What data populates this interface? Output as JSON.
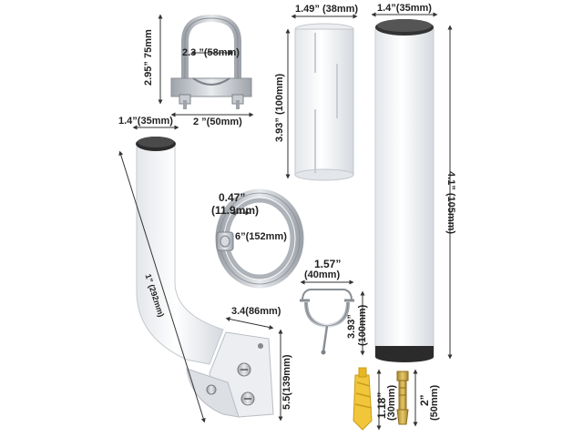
{
  "labels": {
    "ubolt_height": "2.95” 75mm",
    "ubolt_inner": "2.3 ”(58mm)",
    "ubolt_width": "2 ”(50mm)",
    "sleeve_width": "1.49” (38mm)",
    "sleeve_height": "3.93” (100mm)",
    "tube_width": "1.4”(35mm)",
    "tube_height": "4.1” (105mm)",
    "arm_tip_width": "1.4”(35mm)",
    "arm_length": "1” (292mm)",
    "clamp_band_width_in": "0.47”",
    "clamp_band_width_mm": "(11.9mm)",
    "clamp_dia": "6”(152mm)",
    "hanger_width_in": "1.57”",
    "hanger_width_mm": "(40mm)",
    "hanger_height_in": "3.93”",
    "hanger_height_mm": "(100mm)",
    "mount_width": "3.4(86mm)",
    "mount_height": "5.5(139mm)",
    "anchor_len_in": "1.18”",
    "anchor_len_mm": "(30mm)",
    "bolt_len_in": "2”",
    "bolt_len_mm": "(50mm)"
  },
  "colors": {
    "white_part": "#f2f3f5",
    "shade": "#d7dade",
    "metal": "#b8bcc2",
    "cap": "#2b2b2b",
    "brass": "#c9a544",
    "plastic_yellow": "#f1c63a",
    "dim_line": "#333333"
  }
}
